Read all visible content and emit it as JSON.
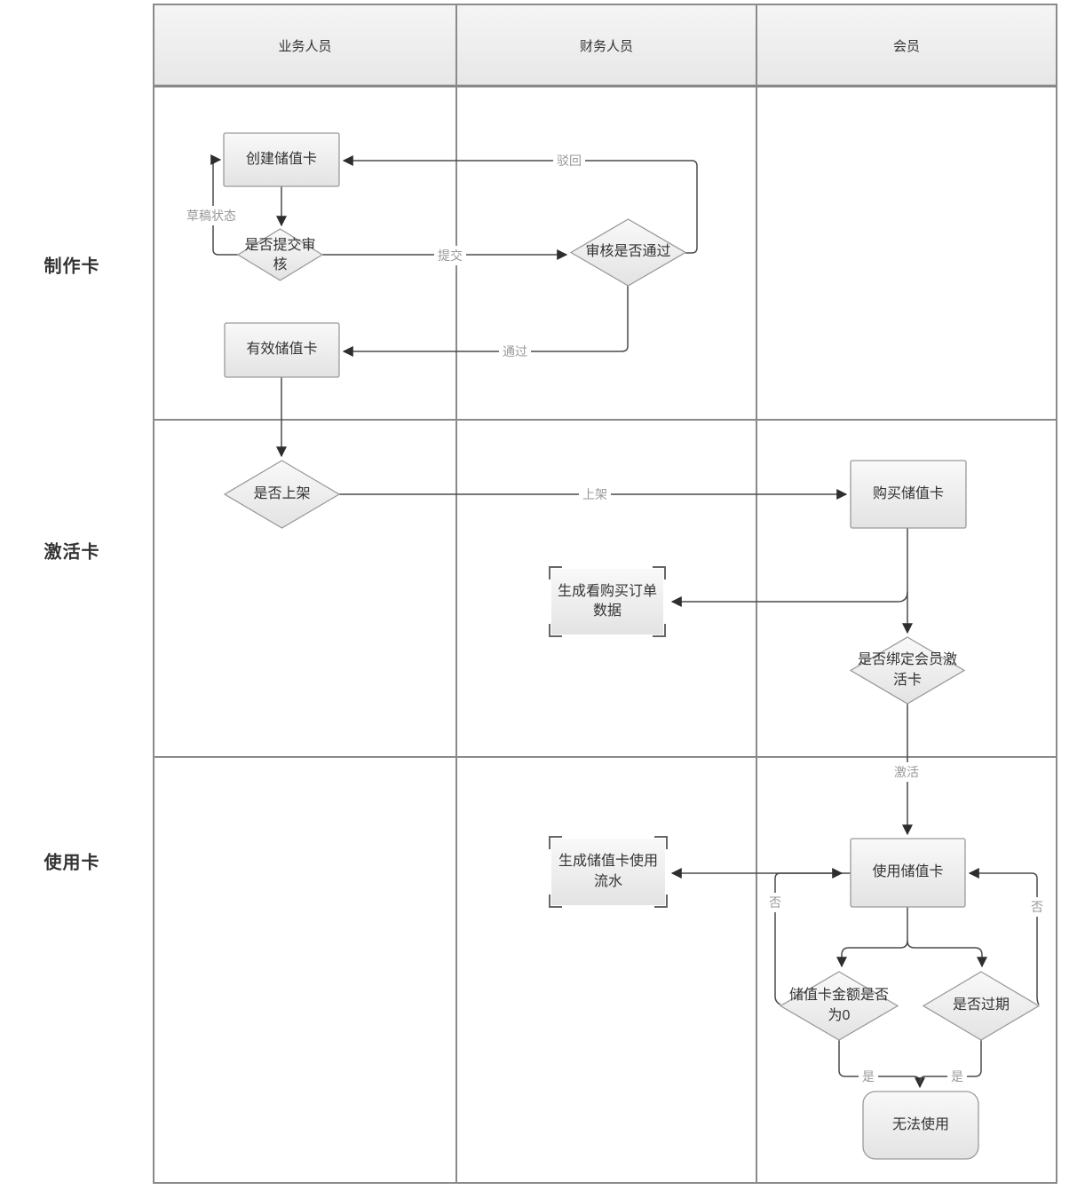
{
  "lanes": {
    "columns": [
      "业务人员",
      "财务人员",
      "会员"
    ],
    "rows": [
      "制作卡",
      "激活卡",
      "使用卡"
    ]
  },
  "nodes": {
    "create_card": "创建储值卡",
    "submit_review": "是否提交审核",
    "review_pass": "审核是否通过",
    "valid_card": "有效储值卡",
    "on_shelf": "是否上架",
    "buy_card": "购买储值卡",
    "gen_order": "生成看购买订单数据",
    "bind_member": "是否绑定会员激活卡",
    "use_card": "使用储值卡",
    "gen_flow": "生成储值卡使用流水",
    "amount_zero": "储值卡金额是否为0",
    "expired": "是否过期",
    "cannot_use": "无法使用"
  },
  "edge_labels": {
    "draft": "草稿状态",
    "submit": "提交",
    "reject": "驳回",
    "pass": "通过",
    "listed": "上架",
    "activate": "激活",
    "no_left": "否",
    "no_right": "否",
    "yes_left": "是",
    "yes_right": "是"
  },
  "colors": {
    "node_fill_top": "#f8f8f8",
    "node_fill_bottom": "#e4e4e4",
    "node_border": "#9a9a9a",
    "bracket_corner": "#666666",
    "edge_line": "#4a4a4a",
    "edge_label_text": "#999999",
    "node_text": "#333333",
    "lane_border": "#8a8a8a",
    "header_fill_top": "#f5f5f5",
    "header_fill_bottom": "#e7e7e7"
  }
}
